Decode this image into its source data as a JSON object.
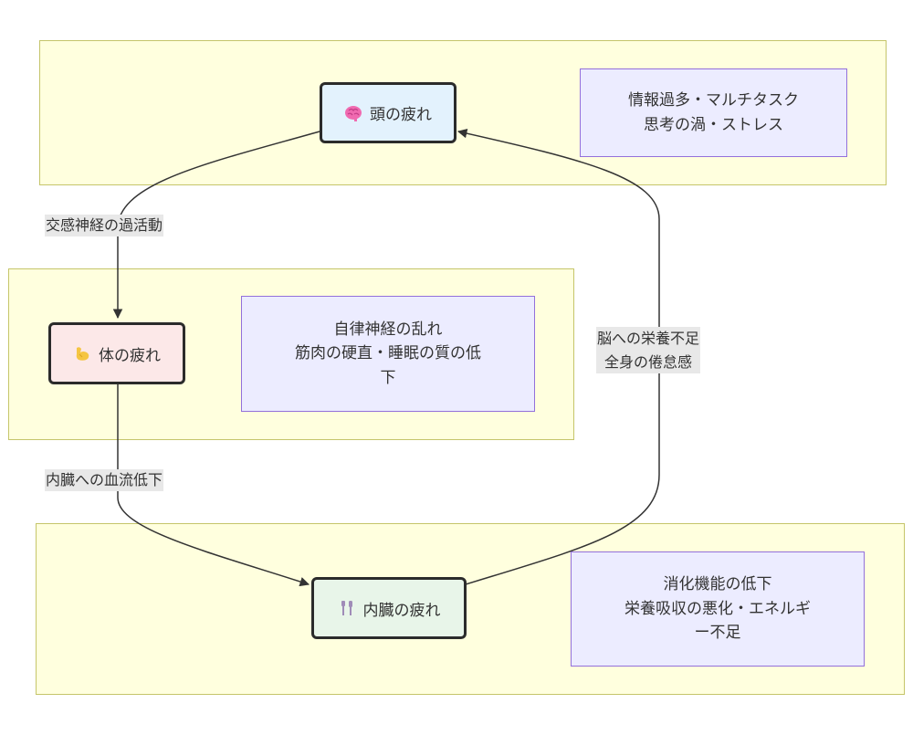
{
  "diagram": {
    "subgraphs": [
      {
        "id": "head-group"
      },
      {
        "id": "body-group"
      },
      {
        "id": "gut-group"
      }
    ],
    "nodes": {
      "head": {
        "icon": "brain-icon",
        "label": "頭の疲れ",
        "fill": "#e3f2fd"
      },
      "body": {
        "icon": "flexed-biceps-icon",
        "label": "体の疲れ",
        "fill": "#fce8e8"
      },
      "gut": {
        "icon": "fork-and-knife-icon",
        "label": "内臓の疲れ",
        "fill": "#e8f5e9"
      }
    },
    "notes": {
      "head": {
        "lines": [
          "情報過多・マルチタスク",
          "思考の渦・ストレス"
        ]
      },
      "body": {
        "lines": [
          "自律神経の乱れ",
          "筋肉の硬直・睡眠の質の低",
          "下"
        ]
      },
      "gut": {
        "lines": [
          "消化機能の低下",
          "栄養吸収の悪化・エネルギ",
          "ー不足"
        ]
      }
    },
    "edges": [
      {
        "from": "head",
        "to": "body",
        "label_lines": [
          "交感神経の過活動"
        ]
      },
      {
        "from": "body",
        "to": "gut",
        "label_lines": [
          "内臓への血流低下"
        ]
      },
      {
        "from": "gut",
        "to": "head",
        "label_lines": [
          "脳への栄養不足",
          "全身の倦怠感"
        ]
      }
    ],
    "colors": {
      "subgraph_fill": "#ffffde",
      "subgraph_border": "#c5c56a",
      "note_fill": "#ececff",
      "note_border": "#9370db",
      "edge": "#333333",
      "edge_label_bg": "#e8e8e8"
    }
  }
}
